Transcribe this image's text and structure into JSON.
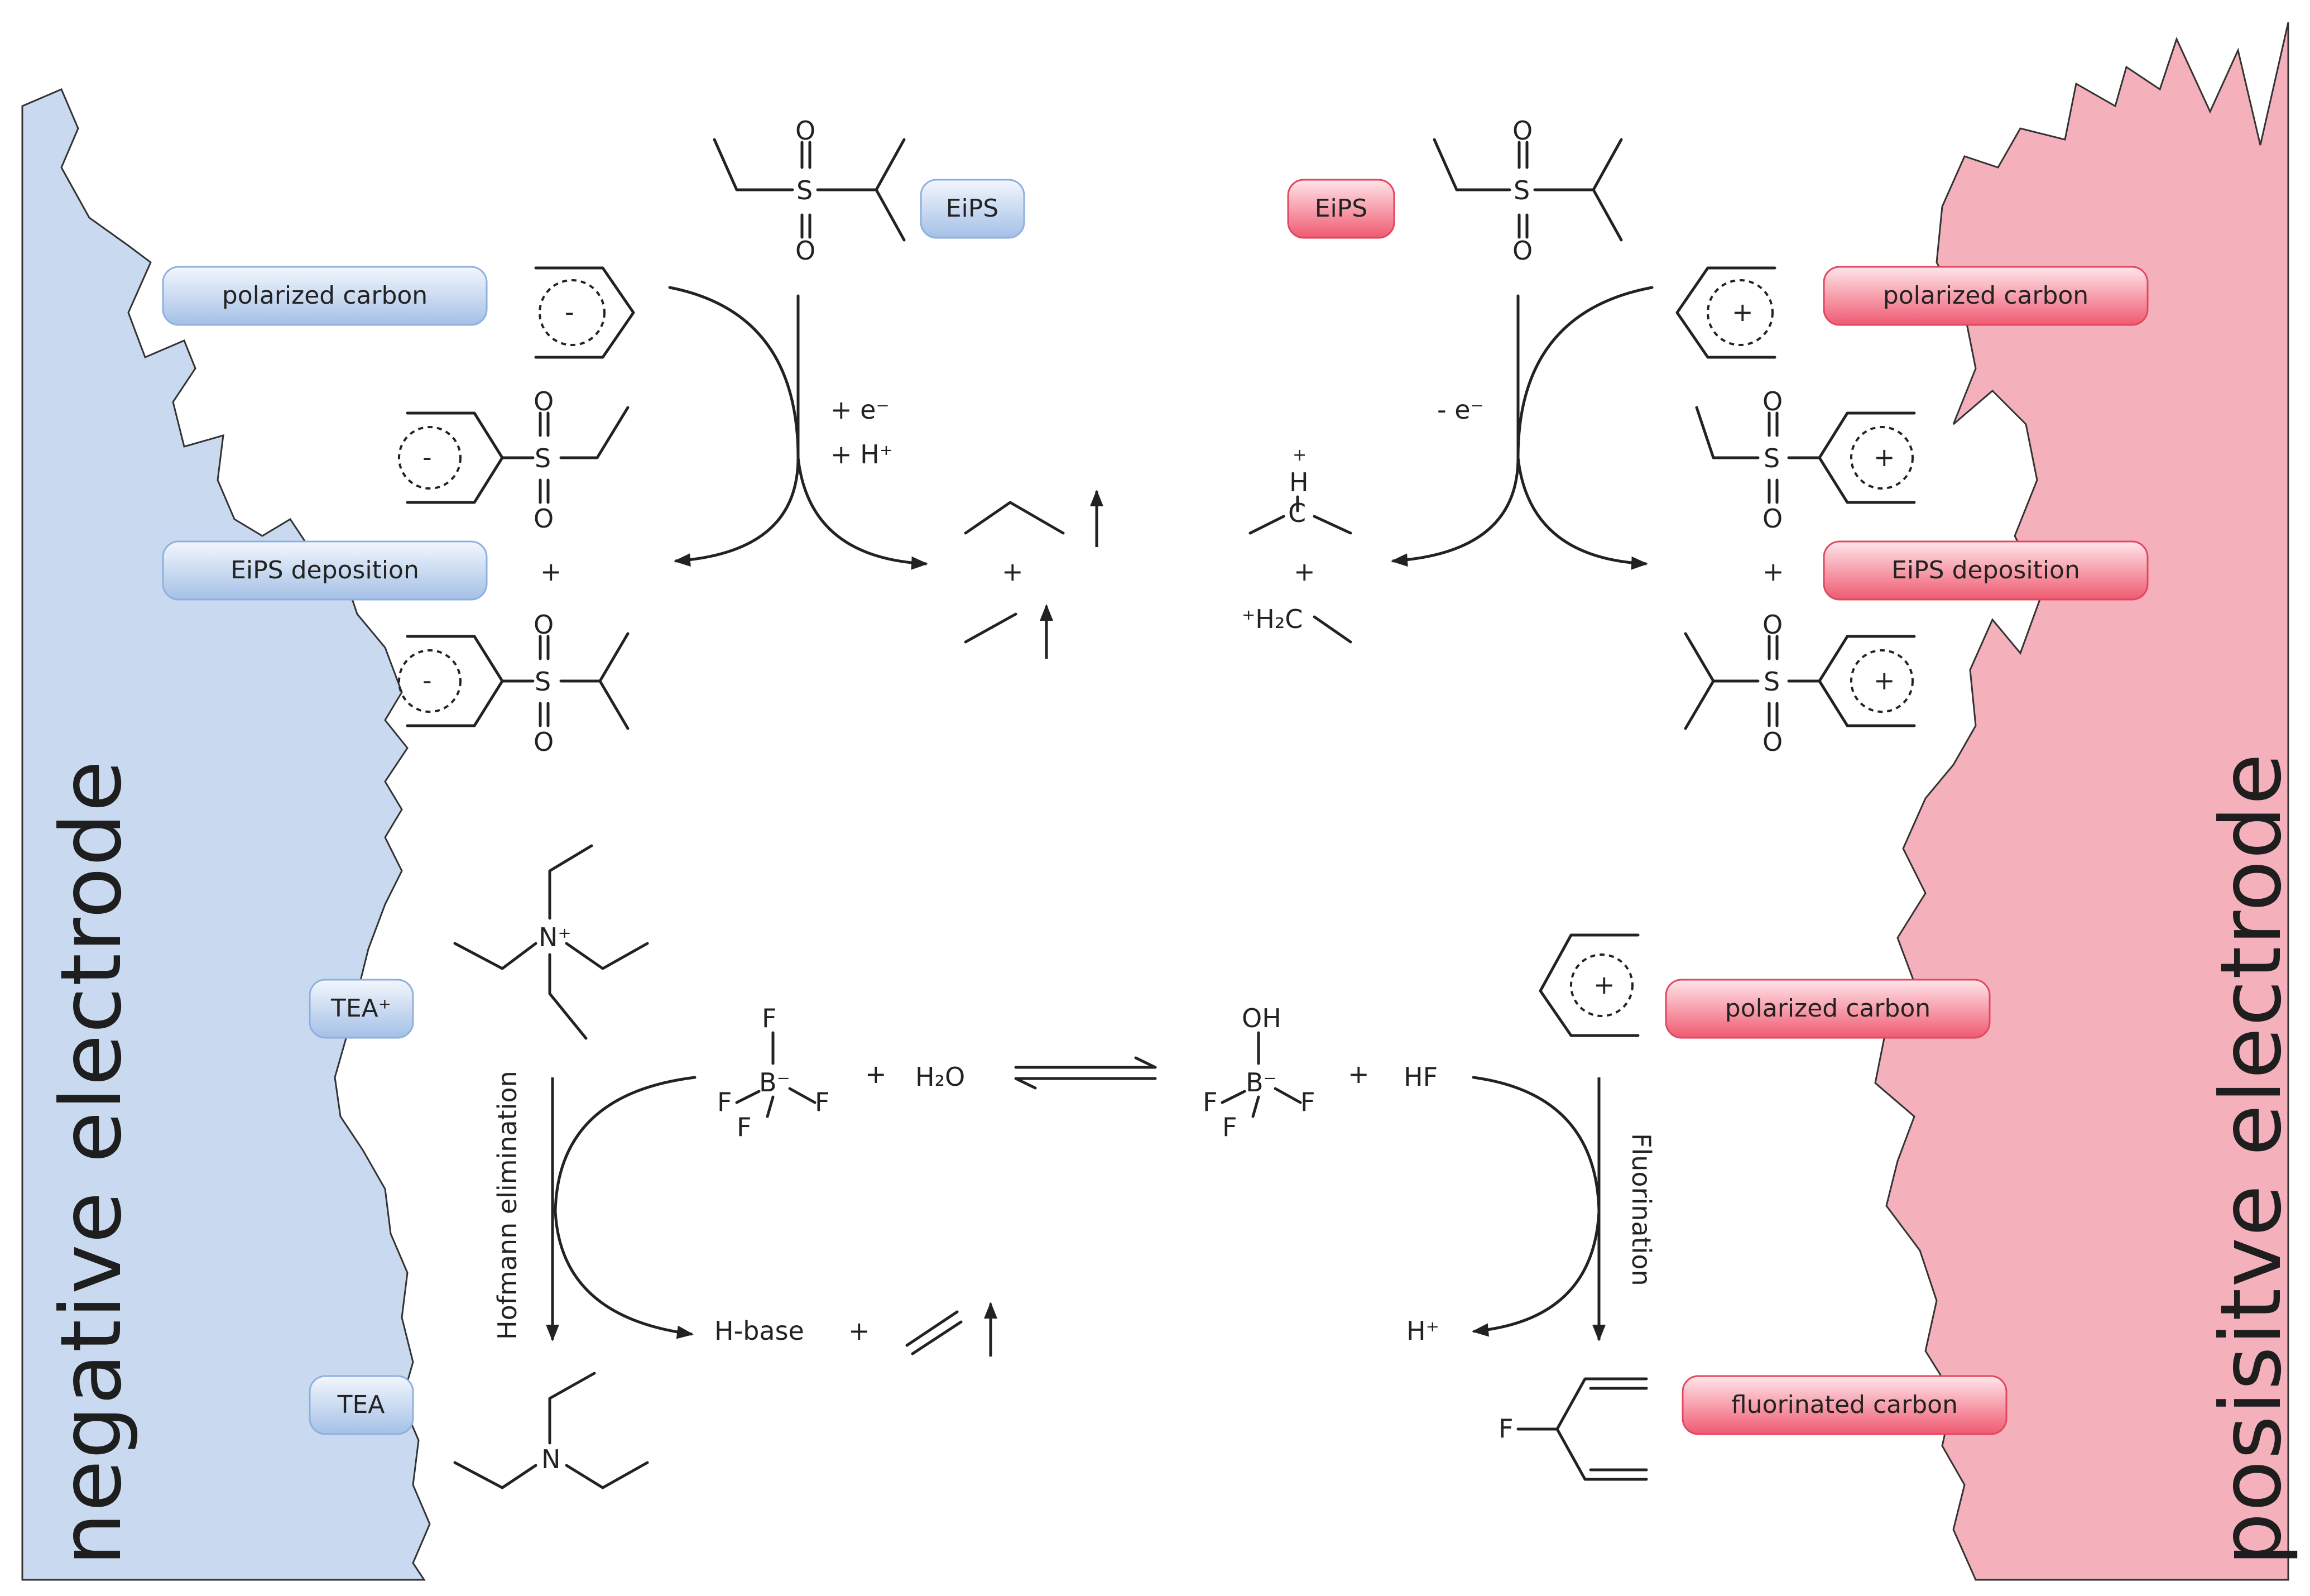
{
  "labels": {
    "negative_electrode": "negative electrode",
    "positive_electrode": "posisitve electrode",
    "eips_left": "EiPS",
    "eips_right": "EiPS",
    "polarized_carbon_left": "polarized carbon",
    "polarized_carbon_right": "polarized carbon",
    "polarized_carbon_lower": "polarized carbon",
    "eips_deposition_left": "EiPS deposition",
    "eips_deposition_right": "EiPS deposition",
    "tea_plus": "TEA⁺",
    "tea": "TEA",
    "fluorinated_carbon": "fluorinated carbon"
  },
  "reagents": {
    "plus_e": "+ e⁻",
    "plus_h": "+ H⁺",
    "minus_e": "- e⁻",
    "h2o": "H₂O",
    "hf": "HF",
    "h_base": "H-base",
    "h_plus": "H⁺",
    "oh": "OH",
    "f": "F",
    "b_minus": "B⁻",
    "h": "H",
    "c": "C",
    "h2c": "⁺H₂C",
    "s": "S",
    "o": "O",
    "n_plus": "N⁺",
    "n": "N",
    "plus": "+",
    "minus": "-",
    "cation": "+"
  },
  "processes": {
    "hofmann": "Hofmann elimination",
    "fluorination": "Fluorination"
  },
  "colors": {
    "negative_fill": "#c9daf0",
    "positive_fill": "#f4b1bb",
    "blue_pill_top": "#eef4fc",
    "blue_pill_bottom": "#8fb0de",
    "red_pill_top": "#ffe1e6",
    "red_pill_bottom": "#ec4a63"
  }
}
